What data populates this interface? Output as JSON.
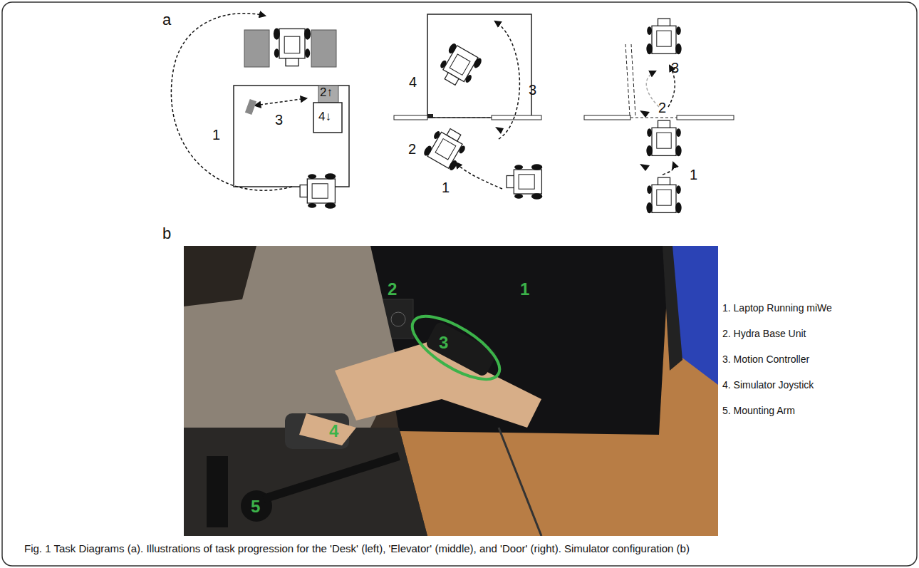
{
  "diagram": {
    "caption": "Fig. 1 Task Diagrams (a). Illustrations of task progression for the 'Desk' (left), 'Elevator' (middle), and 'Door' (right). Simulator configuration (b)",
    "labels": [
      "a",
      "1",
      "3",
      "2↑",
      "4↓",
      "4",
      "2",
      "3",
      "1",
      "3",
      "2",
      "1",
      "b",
      "1",
      "2",
      "3",
      "4",
      "5",
      "1. Laptop Running miWe",
      "2. Hydra Base Unit",
      "3. Motion Controller",
      "4. Simulator Joystick",
      "5. Mounting Arm"
    ]
  }
}
